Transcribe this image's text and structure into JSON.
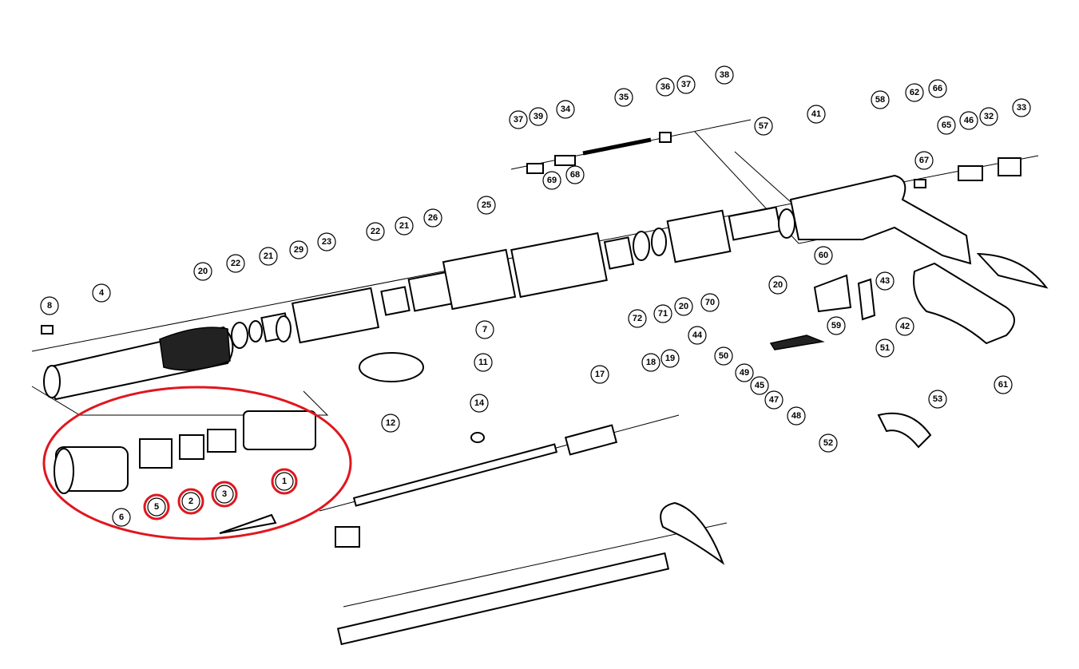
{
  "diagram": {
    "type": "exploded-parts-diagram",
    "highlight_color": "#e0161e",
    "callouts": [
      "37",
      "39",
      "34",
      "35",
      "36",
      "37",
      "38",
      "57",
      "41",
      "58",
      "62",
      "66",
      "65",
      "46",
      "32",
      "33",
      "67",
      "69",
      "68",
      "25",
      "26",
      "21",
      "22",
      "23",
      "29",
      "21",
      "22",
      "20",
      "8",
      "4",
      "7",
      "11",
      "72",
      "71",
      "20",
      "70",
      "20",
      "60",
      "43",
      "44",
      "59",
      "42",
      "50",
      "49",
      "51",
      "45",
      "47",
      "53",
      "61",
      "48",
      "52",
      "17",
      "18",
      "19",
      "14",
      "12",
      "1",
      "3",
      "2",
      "5",
      "6"
    ],
    "highlighted_callouts": [
      "1",
      "3",
      "2",
      "5"
    ]
  }
}
